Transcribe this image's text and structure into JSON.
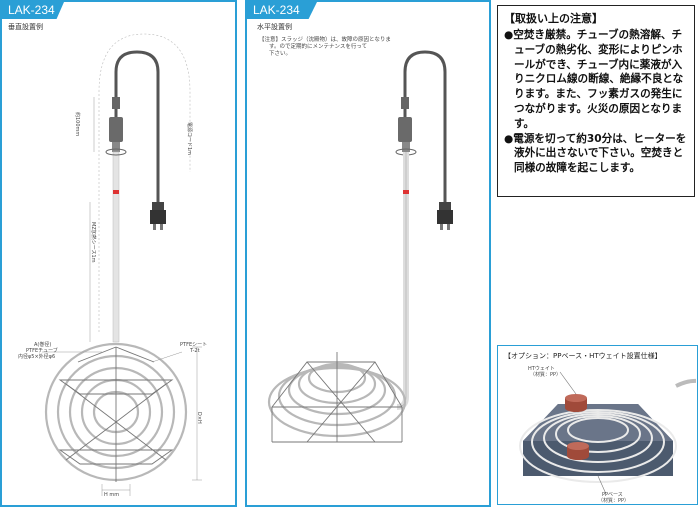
{
  "panel_vertical": {
    "tab": "LAK-234",
    "subtitle": "垂直設置例",
    "label_rotated_1": "約100mm",
    "label_rotated_2": "電源コード1m",
    "label_rotated_3": "MZ加熱シース1m",
    "label_callout_a": "A(巻径)",
    "label_callout_tube": "PTFEチューブ",
    "label_callout_dims": "内径φ5×外径φ6",
    "label_sheet": "PTFEシート",
    "label_sheet_2": "T-2t",
    "label_height": "D×H",
    "label_bottom": "H mm"
  },
  "panel_horizontal": {
    "tab": "LAK-234",
    "subtitle": "水平設置例",
    "note_line1": "【注意】スラッジ（沈殿物）は、故障の原因となりま",
    "note_line2": "す。ので定期的にメンテナンスを行って",
    "note_line3": "下さい。"
  },
  "caution": {
    "title": "【取扱い上の注意】",
    "item1": "●空焚き厳禁。チューブの熱溶解、チューブの熱劣化、変形によりピンホールができ、チューブ内に薬液が入りニクロム線の断線、絶縁不良となります。また、フッ素ガスの発生につながります。火災の原因となります。",
    "item2": "●電源を切って約30分は、ヒーターを液外に出さないで下さい。空焚きと同様の故障を起こします。"
  },
  "option": {
    "title": "【オプション：PPベース・HTウェイト設置仕様】",
    "label_weight": "HTウェイト",
    "label_weight_2": "（材質：PP）",
    "label_base": "PPベース",
    "label_base_2": "（材質：PP）"
  }
}
